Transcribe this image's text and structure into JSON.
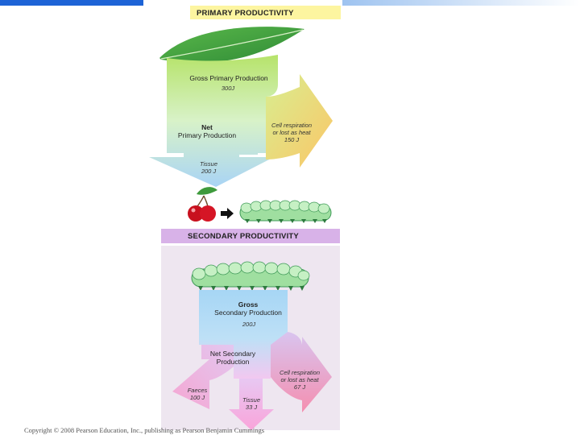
{
  "primary": {
    "header": "PRIMARY PRODUCTIVITY",
    "gross_label": "Gross Primary Production",
    "gross_value": "300J",
    "net_label_line1": "Net",
    "net_label_line2": "Primary Production",
    "respiration_line1": "Cell respiration",
    "respiration_line2": "or lost as heat",
    "respiration_value": "150 J",
    "tissue_label": "Tissue",
    "tissue_value": "200 J"
  },
  "secondary": {
    "header": "SECONDARY PRODUCTIVITY",
    "gross_line1": "Gross",
    "gross_line2": "Secondary Production",
    "gross_value": "200J",
    "net_line1": "Net Secondary",
    "net_line2": "Production",
    "respiration_line1": "Cell respiration",
    "respiration_line2": "or lost as heat",
    "respiration_value": "67 J",
    "faeces_label": "Faeces",
    "faeces_value": "100 J",
    "tissue_label": "Tissue",
    "tissue_value": "33 J"
  },
  "footer": {
    "copyright": "Copyright © 2008 Pearson Education, Inc., publishing as Pearson Benjamin Cummings"
  },
  "colors": {
    "primary_header": "#fdf5a0",
    "secondary_header": "#d8b2e8",
    "top_bar": "#1d63d6"
  }
}
